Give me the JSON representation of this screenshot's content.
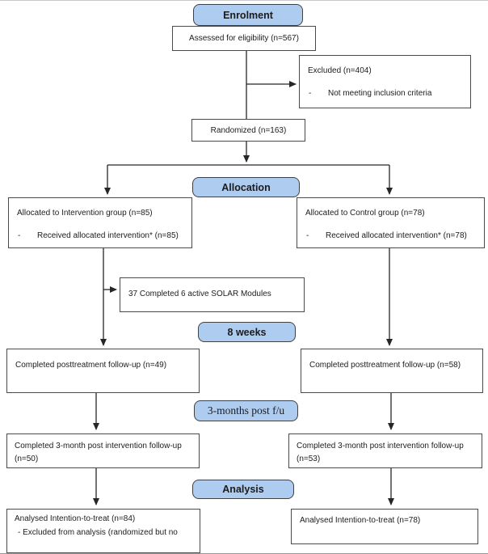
{
  "diagram": {
    "dash": "-",
    "headers": {
      "enrolment": "Enrolment",
      "allocation": "Allocation",
      "eight_weeks": "8 weeks",
      "three_months": "3-months post f/u",
      "analysis": "Analysis"
    },
    "boxes": {
      "assessed": {
        "text": "Assessed for eligibility (n=567)"
      },
      "excluded": {
        "title": "Excluded (n=404)",
        "item": "Not meeting inclusion criteria"
      },
      "randomized": {
        "text": "Randomized (n=163)"
      },
      "alloc_intervention": {
        "title": "Allocated to Intervention group (n=85)",
        "item": "Received allocated intervention* (n=85)"
      },
      "alloc_control": {
        "title": "Allocated to Control group (n=78)",
        "item": "Received allocated intervention* (n=78)"
      },
      "solar": {
        "text": "37 Completed 6 active SOLAR Modules"
      },
      "post_intervention": {
        "text": "Completed posttreatment follow-up (n=49)"
      },
      "post_control": {
        "text": "Completed posttreatment follow-up (n=58)"
      },
      "fu3_intervention": {
        "text": "Completed 3-month post intervention follow-up\n(n=50)"
      },
      "fu3_control": {
        "text": "Completed 3-month post intervention follow-up\n(n=53)"
      },
      "analysis_intervention": {
        "title": "Analysed Intention-to-treat (n=84)",
        "item": "- Excluded from analysis (randomized but no"
      },
      "analysis_control": {
        "title": "Analysed Intention-to-treat (n=78)"
      }
    },
    "colors": {
      "header_fill": "#aecbf0",
      "header_border": "#404040",
      "box_border": "#4a4a4a",
      "line": "#262626"
    }
  }
}
